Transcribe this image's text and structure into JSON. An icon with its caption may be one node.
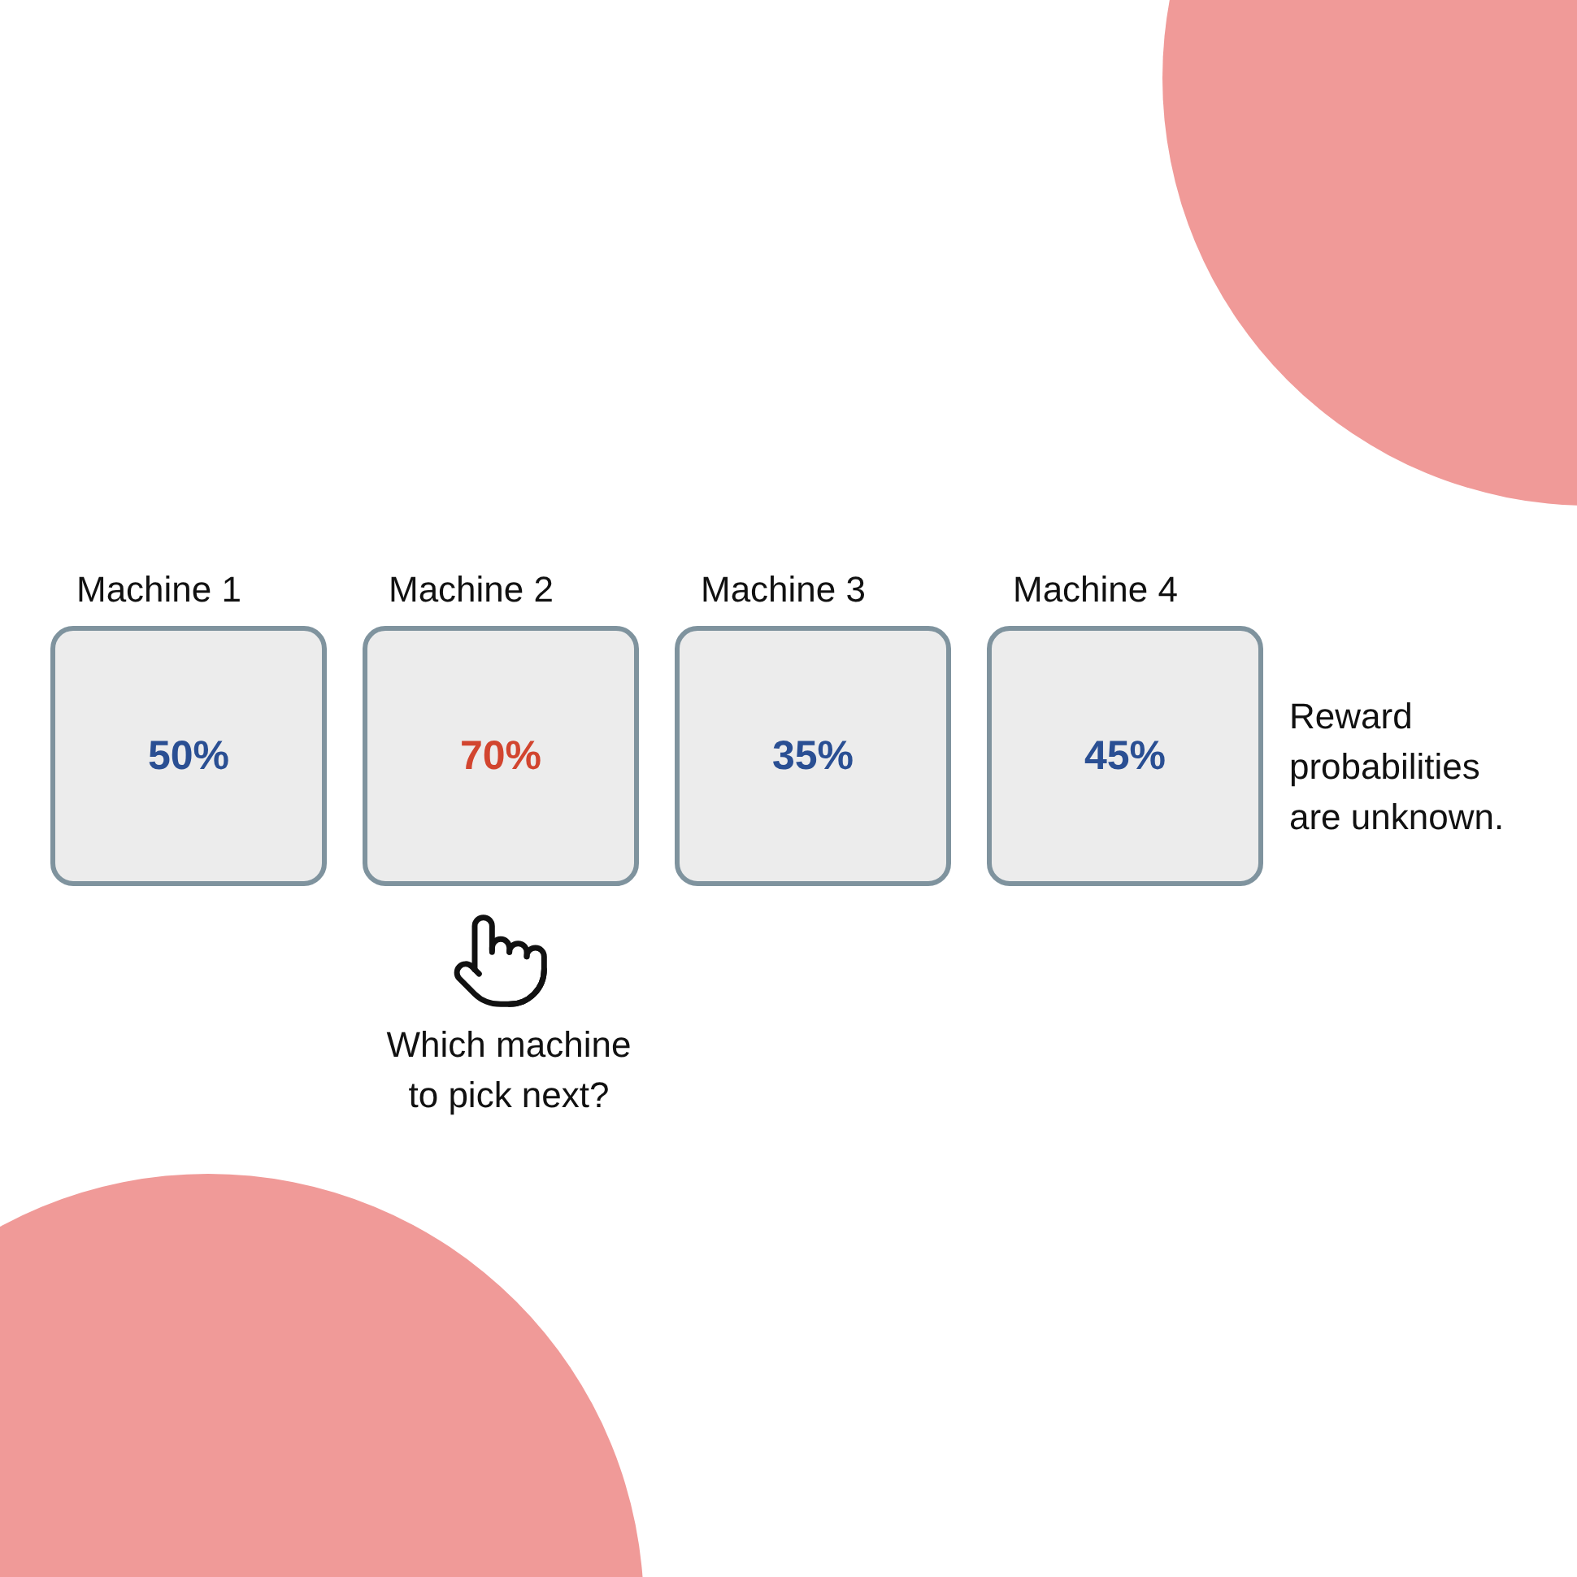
{
  "diagram": {
    "nodes": [
      {
        "text": [
          "Machine 1",
          "50%"
        ]
      },
      {
        "text": [
          "Machine 2",
          "70%"
        ]
      },
      {
        "text": [
          "Machine 3",
          "35%"
        ]
      },
      {
        "text": [
          "Machine 4",
          "45%"
        ]
      }
    ],
    "labels": [
      "Reward probabilities are unknown.",
      "Which machine to pick next?"
    ]
  }
}
